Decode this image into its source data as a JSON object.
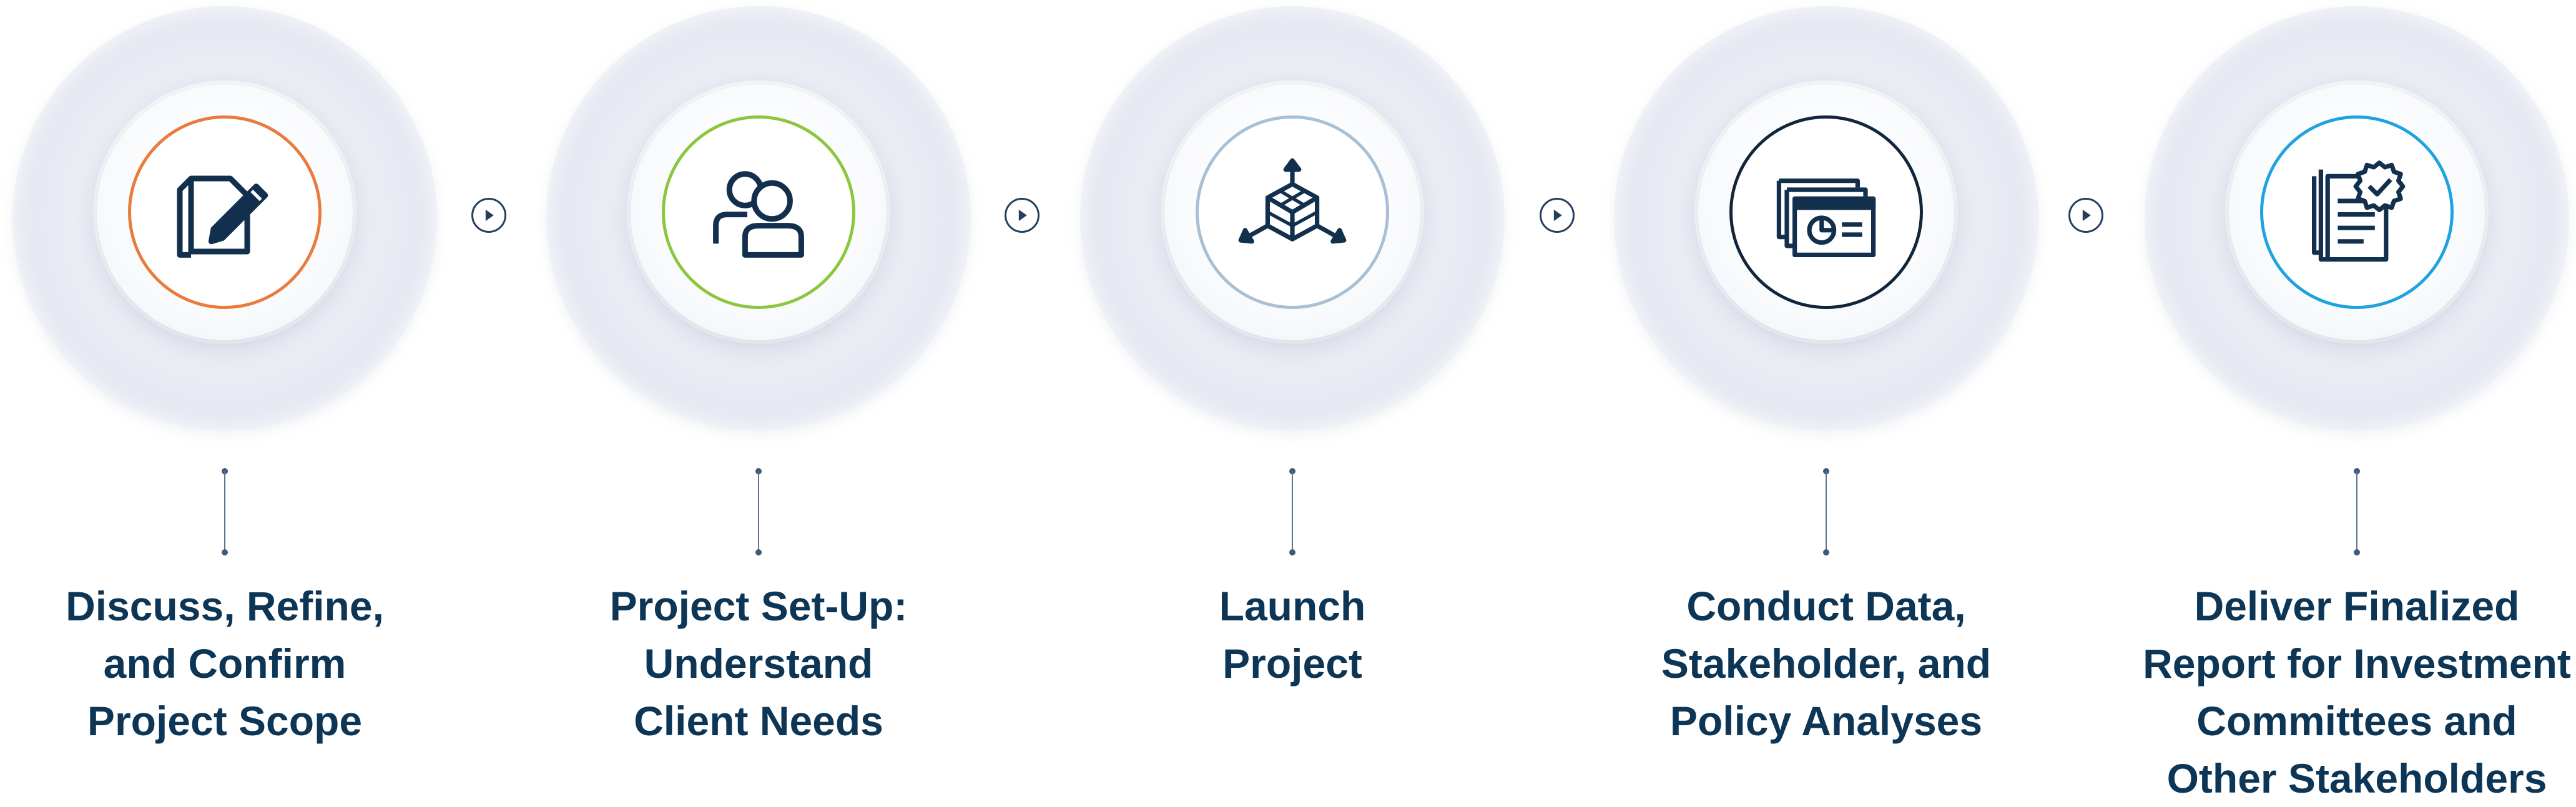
{
  "steps": [
    {
      "ring_color": "#e87b3d",
      "icon": "document-edit-icon",
      "label_lines": [
        "Discuss, Refine,",
        "and Confirm",
        "Project Scope"
      ]
    },
    {
      "ring_color": "#8cc63f",
      "icon": "users-icon",
      "label_lines": [
        "Project Set-Up:",
        "Understand",
        "Client Needs"
      ]
    },
    {
      "ring_color": "#a9bfd3",
      "icon": "cube-arrows-icon",
      "label_lines": [
        "Launch",
        "Project"
      ]
    },
    {
      "ring_color": "#12263a",
      "icon": "presentation-chart-icon",
      "label_lines": [
        "Conduct Data,",
        "Stakeholder, and",
        "Policy Analyses"
      ]
    },
    {
      "ring_color": "#1fa3e0",
      "icon": "certified-report-icon",
      "label_lines": [
        "Deliver Finalized",
        "Report for Investment",
        "Committees and",
        "Other Stakeholders"
      ]
    }
  ],
  "colors": {
    "text": "#0d3656",
    "icon": "#12304d",
    "arrow": "#233f5c"
  }
}
